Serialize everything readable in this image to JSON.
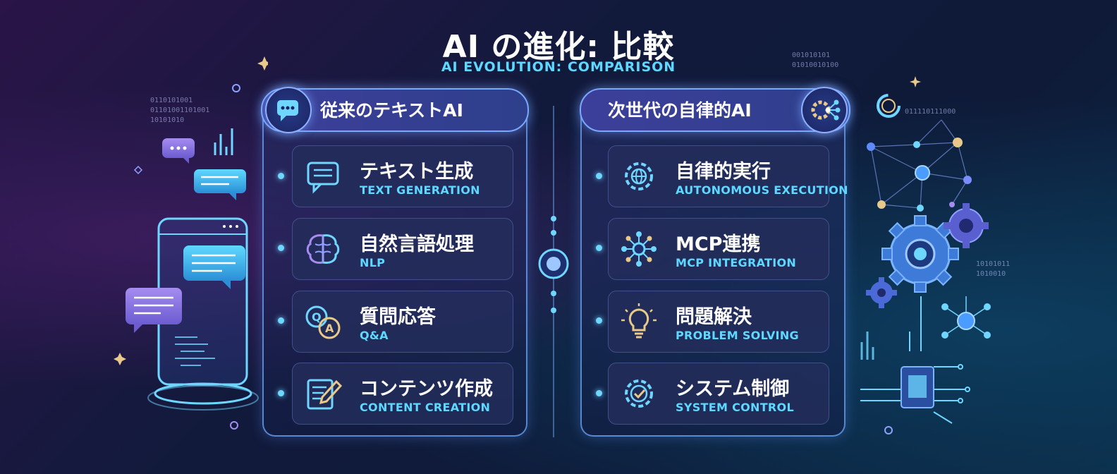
{
  "header": {
    "title": "AI の進化: 比較",
    "subtitle": "AI EVOLUTION: COMPARISON"
  },
  "left": {
    "heading": "従来のテキストAI",
    "items": [
      {
        "jp": "テキスト生成",
        "en": "TEXT GENERATION",
        "icon": "chat-bubble-icon"
      },
      {
        "jp": "自然言語処理",
        "en": "NLP",
        "icon": "brain-icon"
      },
      {
        "jp": "質問応答",
        "en": "Q&A",
        "icon": "qa-bubbles-icon"
      },
      {
        "jp": "コンテンツ作成",
        "en": "CONTENT CREATION",
        "icon": "document-pen-icon"
      }
    ]
  },
  "right": {
    "heading": "次世代の自律的AI",
    "items": [
      {
        "jp": "自律的実行",
        "en": "AUTONOMOUS EXECUTION",
        "icon": "gear-globe-icon"
      },
      {
        "jp": "MCP連携",
        "en": "MCP INTEGRATION",
        "icon": "network-hub-icon"
      },
      {
        "jp": "問題解決",
        "en": "PROBLEM SOLVING",
        "icon": "lightbulb-icon"
      },
      {
        "jp": "システム制御",
        "en": "SYSTEM CONTROL",
        "icon": "gear-check-icon"
      }
    ]
  },
  "decor": {
    "binary_left": [
      "0110101001",
      "01101001101001",
      "10101010"
    ],
    "binary_right_top": [
      "001010101",
      "01010010100"
    ],
    "binary_right_mid": "011110111000",
    "binary_right_low": [
      "10101011",
      "1010010"
    ]
  },
  "colors": {
    "accent_cyan": "#5ed8ff",
    "panel_border": "#7aa8ff",
    "card_bg": "#232d5a"
  }
}
